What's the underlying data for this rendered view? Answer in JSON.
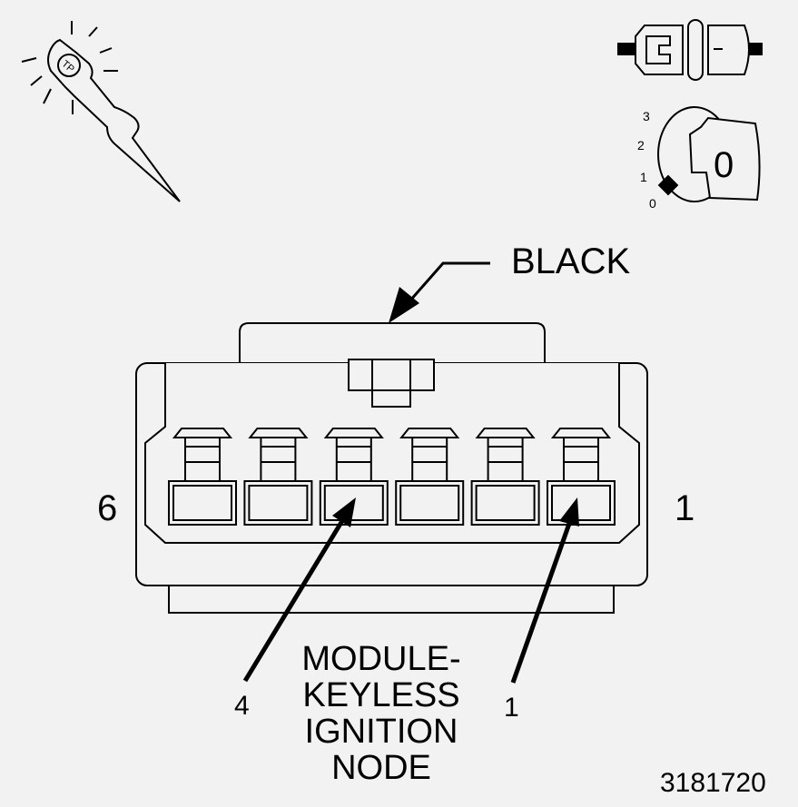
{
  "connector": {
    "color_label": "BLACK",
    "cavity_count": 6,
    "end_label_left": "6",
    "end_label_right": "1"
  },
  "callouts": {
    "pin_left": "4",
    "pin_right": "1"
  },
  "component": {
    "lines": [
      "MODULE-",
      "KEYLESS",
      "IGNITION",
      "NODE"
    ]
  },
  "ignition_switch": {
    "positions": [
      "3",
      "2",
      "1",
      "0"
    ],
    "current": "0"
  },
  "figure_number": "3181720",
  "colors": {
    "background": "#f2f2f2",
    "body_fill": "#f2f2f2",
    "stroke": "#000000"
  }
}
